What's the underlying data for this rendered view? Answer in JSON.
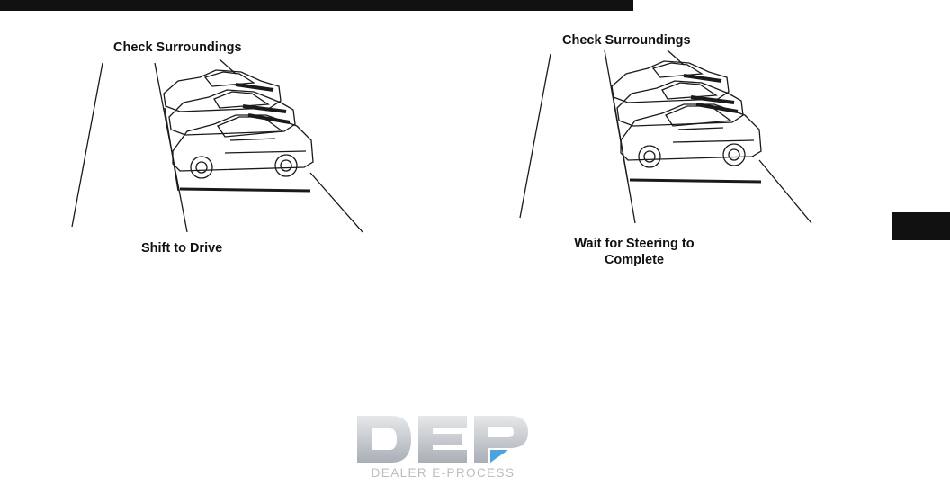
{
  "figures": [
    {
      "labels": {
        "top": "Check Surroundings",
        "bottom": "Shift to Drive"
      }
    },
    {
      "labels": {
        "top": "Check Surroundings",
        "bottom": "Wait for Steering to Complete"
      }
    }
  ],
  "watermark": {
    "logo_letters": "DEP",
    "subtitle": "DEALER E-PROCESS"
  },
  "colors": {
    "bar": "#111111",
    "line_art": "#1a1a1a",
    "watermark_grey": "#b9bec3",
    "watermark_accent": "#4aa3df"
  }
}
